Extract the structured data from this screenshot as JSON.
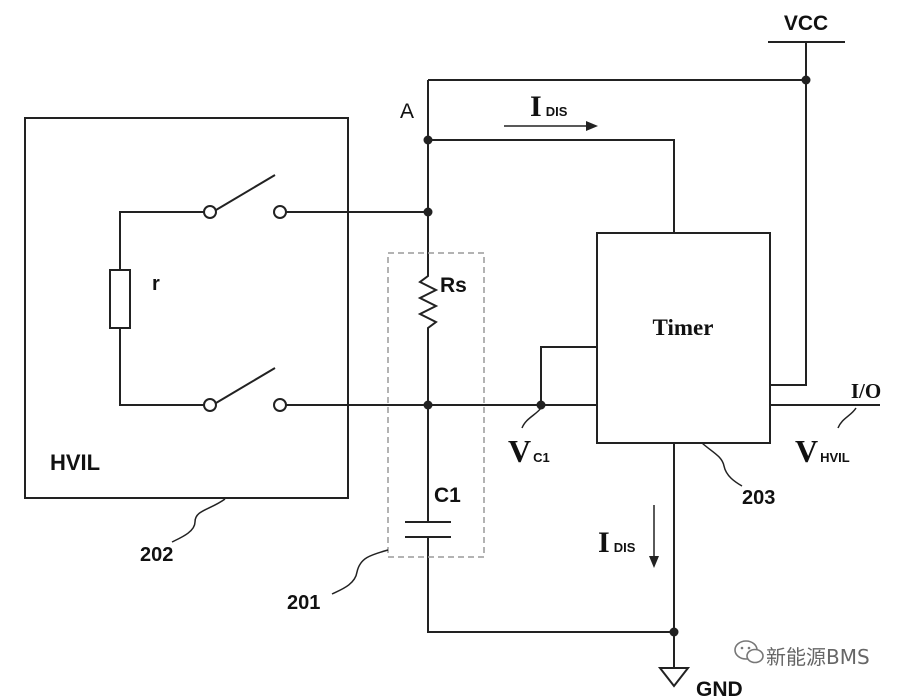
{
  "labels": {
    "vcc": "VCC",
    "node_a": "A",
    "idis_top": {
      "main": "I",
      "sub": "DIS"
    },
    "idis_bottom": {
      "main": "I",
      "sub": "DIS"
    },
    "timer": "Timer",
    "io": "I/O",
    "vc1": {
      "main": "V",
      "sub": "C1"
    },
    "vhvil": {
      "main": "V",
      "sub": "HVIL"
    },
    "r": "r",
    "rs": "Rs",
    "c1": "C1",
    "hvil": "HVIL",
    "gnd": "GND",
    "ref_201": "201",
    "ref_202": "202",
    "ref_203": "203"
  },
  "watermark": {
    "text": "新能源BMS",
    "icon": "wechat-icon"
  },
  "colors": {
    "line": "#222222",
    "dashed_box": "#9a9a9a",
    "background": "#ffffff"
  }
}
